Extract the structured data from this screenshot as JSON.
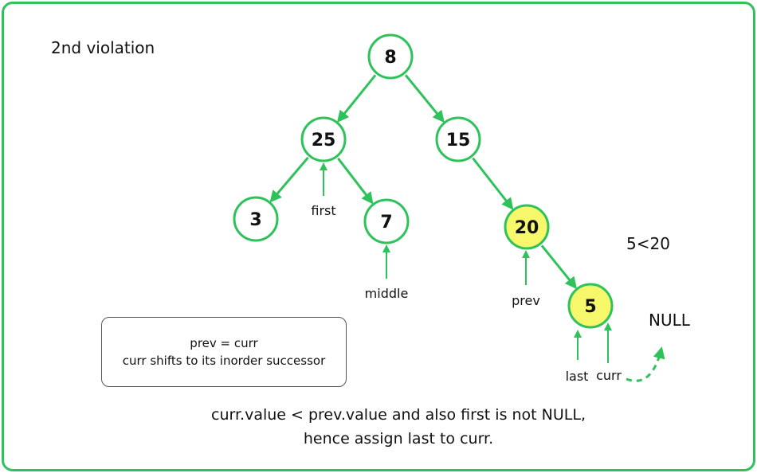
{
  "title": "2nd violation",
  "comparison": "5<20",
  "null_label": "NULL",
  "note": {
    "line1": "prev = curr",
    "line2": "curr shifts to its inorder successor"
  },
  "caption": {
    "line1": "curr.value < prev.value and also first is not NULL,",
    "line2": "hence assign last to curr."
  },
  "nodes": [
    {
      "id": "n8",
      "value": "8",
      "highlighted": false
    },
    {
      "id": "n25",
      "value": "25",
      "highlighted": false
    },
    {
      "id": "n15",
      "value": "15",
      "highlighted": false
    },
    {
      "id": "n3",
      "value": "3",
      "highlighted": false
    },
    {
      "id": "n7",
      "value": "7",
      "highlighted": false
    },
    {
      "id": "n20",
      "value": "20",
      "highlighted": true
    },
    {
      "id": "n5",
      "value": "5",
      "highlighted": true
    }
  ],
  "edges": [
    [
      "n8",
      "n25"
    ],
    [
      "n8",
      "n15"
    ],
    [
      "n25",
      "n3"
    ],
    [
      "n25",
      "n7"
    ],
    [
      "n15",
      "n20"
    ],
    [
      "n20",
      "n5"
    ]
  ],
  "pointers": [
    {
      "id": "first",
      "label": "first",
      "target": "n25"
    },
    {
      "id": "middle",
      "label": "middle",
      "target": "n7"
    },
    {
      "id": "prev",
      "label": "prev",
      "target": "n20"
    },
    {
      "id": "last",
      "label": "last",
      "target": "n5"
    },
    {
      "id": "curr",
      "label": "curr",
      "target": "n5"
    }
  ],
  "colors": {
    "accent": "#2ec25a",
    "highlight": "#f7f76b",
    "node_fill": "#ffffff",
    "text": "#111111"
  }
}
